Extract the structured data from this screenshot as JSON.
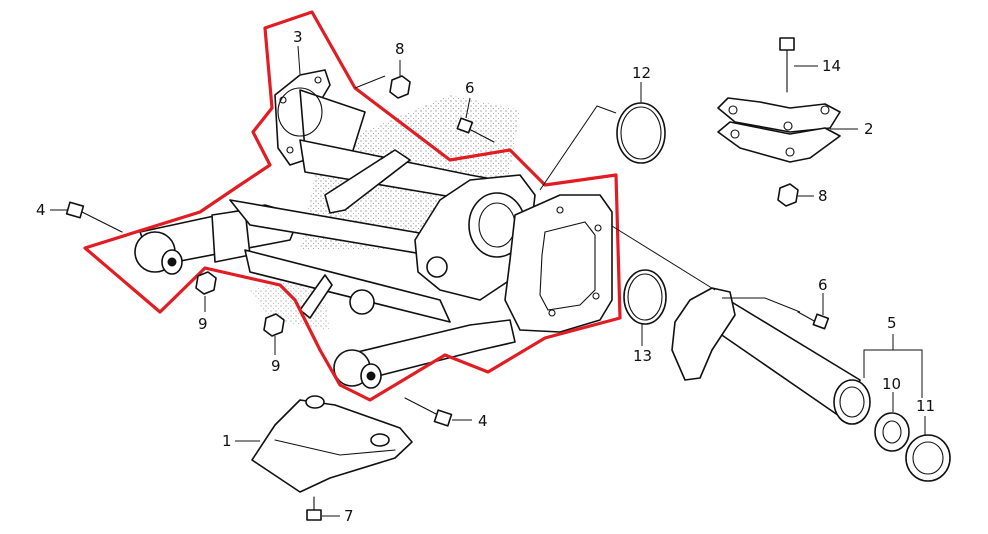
{
  "callouts": {
    "c1": "1",
    "c2": "2",
    "c3": "3",
    "c4a": "4",
    "c4b": "4",
    "c5": "5",
    "c6a": "6",
    "c6b": "6",
    "c7": "7",
    "c8a": "8",
    "c8b": "8",
    "c9a": "9",
    "c9b": "9",
    "c10": "10",
    "c11": "11",
    "c12": "12",
    "c13": "13",
    "c14": "14"
  },
  "highlight_color": "#e21c23"
}
